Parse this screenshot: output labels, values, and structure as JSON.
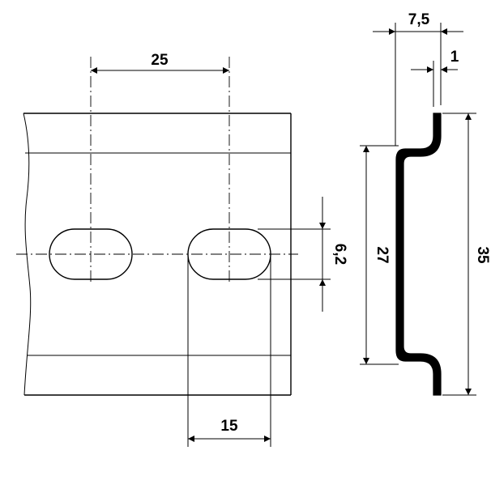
{
  "dimensions": {
    "slot_pitch": "25",
    "slot_length": "15",
    "slot_width": "6,2",
    "profile_width": "7,5",
    "material_thickness": "1",
    "inner_height": "27",
    "total_height": "35"
  }
}
